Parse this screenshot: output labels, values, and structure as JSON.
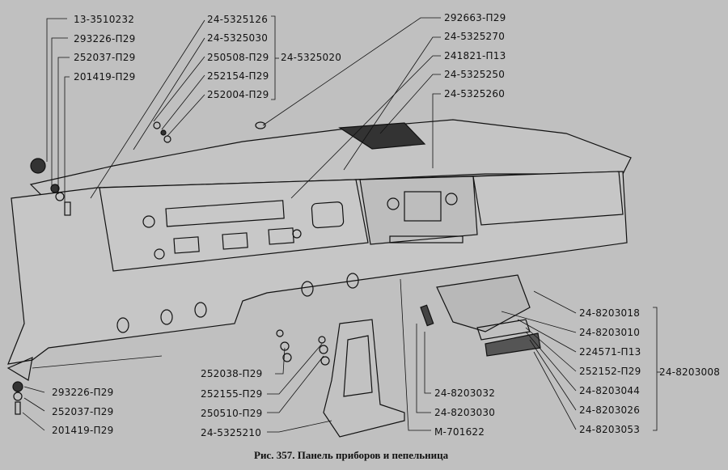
{
  "caption": "Рис. 357. Панель приборов и пепельница",
  "labels": {
    "top_left": [
      "13-3510232",
      "293226-П29",
      "252037-П29",
      "201419-П29"
    ],
    "top_center_group": [
      "24-5325126",
      "24-5325030",
      "250508-П29",
      "252154-П29",
      "252004-П29"
    ],
    "top_center_group_assembly": "24-5325020",
    "top_right": [
      "292663-П29",
      "24-5325270",
      "241821-П13",
      "24-5325250",
      "24-5325260"
    ],
    "right_group": [
      "24-8203018",
      "24-8203010",
      "224571-П13",
      "252152-П29",
      "24-8203044",
      "24-8203026",
      "24-8203053"
    ],
    "right_group_assembly": "24-8203008",
    "bottom_left": [
      "293226-П29",
      "252037-П29",
      "201419-П29"
    ],
    "bottom_center": [
      "252038-П29",
      "252155-П29",
      "250510-П29",
      "24-5325210"
    ],
    "bottom_right": [
      "24-8203032",
      "24-8203030",
      "М-701622"
    ]
  }
}
